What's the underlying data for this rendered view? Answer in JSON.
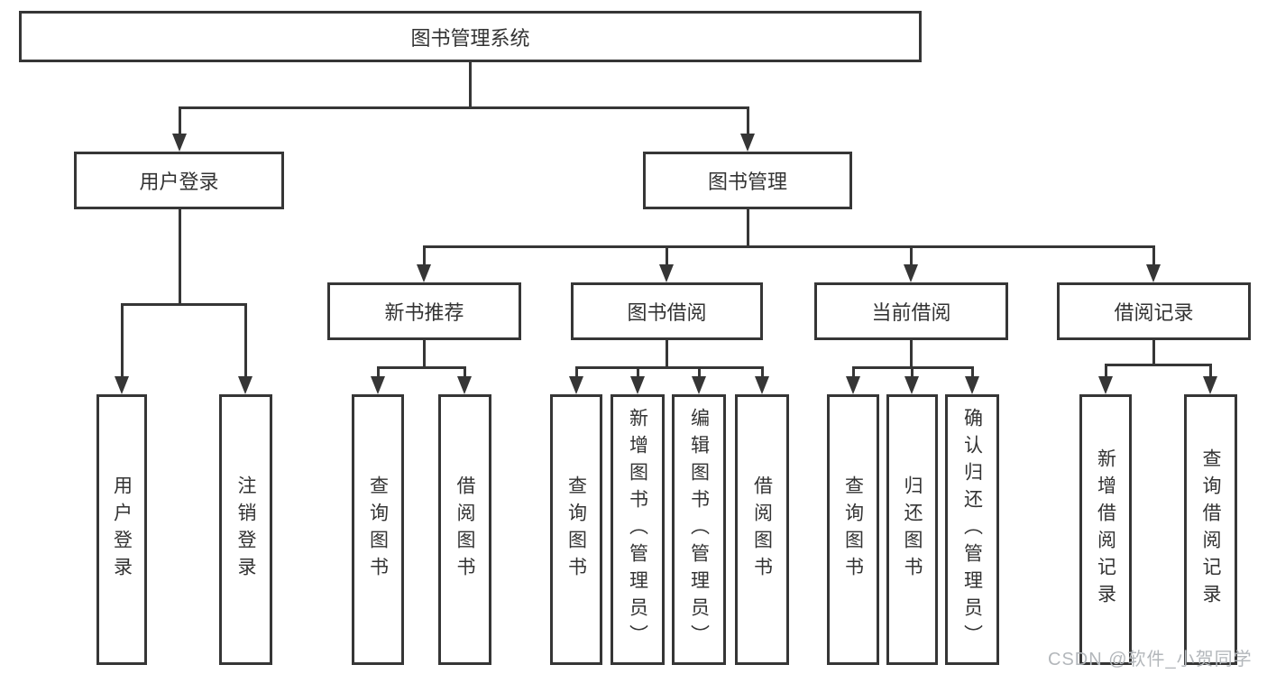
{
  "tree": {
    "root": {
      "label": "图书管理系统",
      "children": [
        {
          "label": "用户登录",
          "children": [
            {
              "label": "用户登录"
            },
            {
              "label": "注销登录"
            }
          ]
        },
        {
          "label": "图书管理",
          "children": [
            {
              "label": "新书推荐",
              "children": [
                {
                  "label": "查询图书"
                },
                {
                  "label": "借阅图书"
                }
              ]
            },
            {
              "label": "图书借阅",
              "children": [
                {
                  "label": "查询图书"
                },
                {
                  "label": "新增图书（管理员）"
                },
                {
                  "label": "编辑图书（管理员）"
                },
                {
                  "label": "借阅图书"
                }
              ]
            },
            {
              "label": "当前借阅",
              "children": [
                {
                  "label": "查询图书"
                },
                {
                  "label": "归还图书"
                },
                {
                  "label": "确认归还（管理员）"
                }
              ]
            },
            {
              "label": "借阅记录",
              "children": [
                {
                  "label": "新增借阅记录"
                },
                {
                  "label": "查询借阅记录"
                }
              ]
            }
          ]
        }
      ]
    }
  },
  "watermark": {
    "text": "CSDN @软件_小贺同学"
  },
  "colors": {
    "line": "#363636",
    "text": "#333333",
    "watermark": "#b3b7bb",
    "background": "#ffffff"
  }
}
